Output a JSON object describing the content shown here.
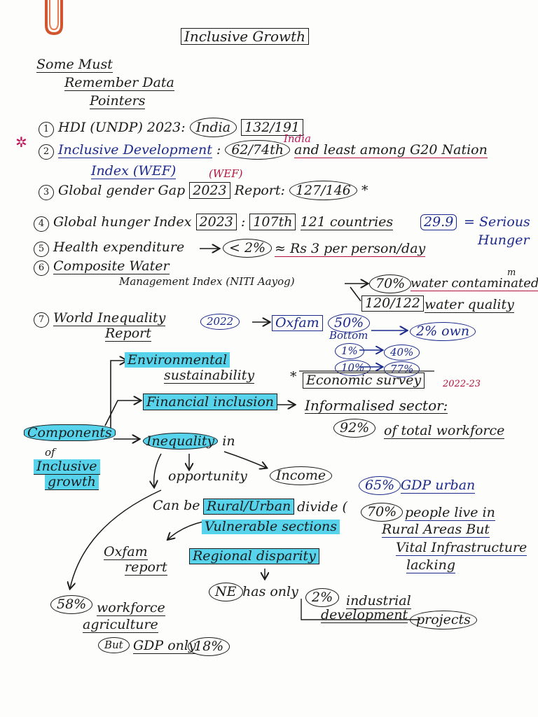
{
  "title": "Inclusive Growth",
  "subtitle_lines": [
    "Some Must",
    "Remember Data",
    "Pointers"
  ],
  "pointers": {
    "p1": {
      "num": "1",
      "label": "HDI (UNDP) 2023:",
      "country": "India",
      "rank": "132/191"
    },
    "p2": {
      "num": "2",
      "label": "Inclusive Development",
      "label2": "Index (WEF)",
      "rank": "62/74th",
      "country_tag": "India",
      "note": "and least among G20 Nation"
    },
    "p3": {
      "num": "3",
      "label": "Global gender Gap",
      "year": "2023",
      "tag": "WEF",
      "suffix": "Report:",
      "rank": "127/146",
      "star": "*"
    },
    "p4": {
      "num": "4",
      "label": "Global hunger Index",
      "year": "2023",
      "rank": "107th",
      "countries": "121 countries",
      "score": "29.9",
      "severity": "= Serious",
      "severity2": "Hunger"
    },
    "p5": {
      "num": "5",
      "label": "Health expenditure",
      "value": "< 2%",
      "approx": "≈ Rs 3 per person/day"
    },
    "p6": {
      "num": "6",
      "label": "Composite Water",
      "label2": "Management Index (NITI Aayog)",
      "pct": "70%",
      "note": "water contaminated",
      "superscript": "m",
      "rank": "120/122",
      "note2": "water quality"
    },
    "p7": {
      "num": "7",
      "label": "World Inequality",
      "label2": "Report",
      "year": "2022",
      "source": "Oxfam",
      "pct": "50%",
      "bottom": "Bottom",
      "own": "2% own",
      "r1_left": "1%",
      "r1_right": "40%",
      "r2_left": "10%",
      "r2_right": "77%"
    }
  },
  "mindmap": {
    "components": "Components",
    "of": "of",
    "inclusive": "Inclusive",
    "growth": "growth",
    "environmental": "Environmental",
    "sustainability": "sustainability",
    "economic_survey": "Economic survey",
    "econ_year": "2022-23",
    "star": "*",
    "financial": "Financial inclusion",
    "informalised": "Informalised sector:",
    "workforce_pct": "92%",
    "workforce_note": "of total workforce",
    "inequality": "Inequality",
    "inequality_in": "in",
    "opportunity": "opportunity",
    "income": "Income",
    "gdp_urban_pct": "65%",
    "gdp_urban": "GDP urban",
    "can_be": "Can be",
    "rural_urban": "Rural/Urban",
    "divide": "divide (",
    "rural_pct": "70%",
    "people_live": "people live in",
    "rural_areas": "Rural Areas But",
    "vital_infra": "Vital Infrastructure",
    "lacking": "lacking",
    "vulnerable": "Vulnerable sections",
    "regional": "Regional disparity",
    "oxfam": "Oxfam",
    "report": "report",
    "ne": "NE",
    "has_only": "has only",
    "ne_pct": "2%",
    "industrial": "industrial",
    "development": "development",
    "projects": "projects",
    "agri_pct": "58%",
    "workforce": "workforce",
    "agriculture": "agriculture",
    "but": "But",
    "gdp_only": "GDP only",
    "gdp_pct": "18%"
  },
  "colors": {
    "ink": "#1b1b1b",
    "blue_ink": "#1b2a8c",
    "red_ink": "#b0123a",
    "highlighter": "#57d4ec"
  }
}
